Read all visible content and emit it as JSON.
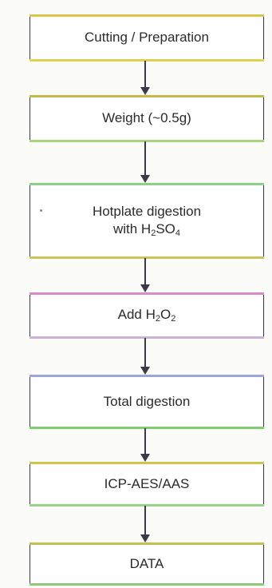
{
  "steps": [
    {
      "id": "cutting",
      "lines": [
        [
          "Cutting / Preparation"
        ]
      ]
    },
    {
      "id": "weight",
      "lines": [
        [
          "Weight (~0.5g)"
        ]
      ]
    },
    {
      "id": "hotplate",
      "lines": [
        [
          "Hotplate digestion"
        ],
        [
          "with H",
          {
            "sub": "2"
          },
          "SO",
          {
            "sub": "4"
          }
        ]
      ]
    },
    {
      "id": "add-h2o2",
      "lines": [
        [
          "Add H",
          {
            "sub": "2"
          },
          "O",
          {
            "sub": "2"
          }
        ]
      ]
    },
    {
      "id": "total",
      "lines": [
        [
          "Total digestion"
        ]
      ]
    },
    {
      "id": "icp",
      "lines": [
        [
          "ICP-AES/AAS"
        ]
      ]
    },
    {
      "id": "data",
      "lines": [
        [
          "DATA"
        ]
      ]
    }
  ],
  "colors": {
    "border": "#3a3a48",
    "top_accents": [
      "#d8c64a",
      "#c7b94a",
      "#8fcf8a",
      "#d98ac8",
      "#9aa6d8",
      "#d2c24e",
      "#c9be52"
    ],
    "bottom_accents": [
      "#e0d24e",
      "#a9d27a",
      "#cfc45a",
      "#c7b3d6",
      "#7fcf72",
      "#9ad28a",
      "#8fc77c"
    ]
  }
}
